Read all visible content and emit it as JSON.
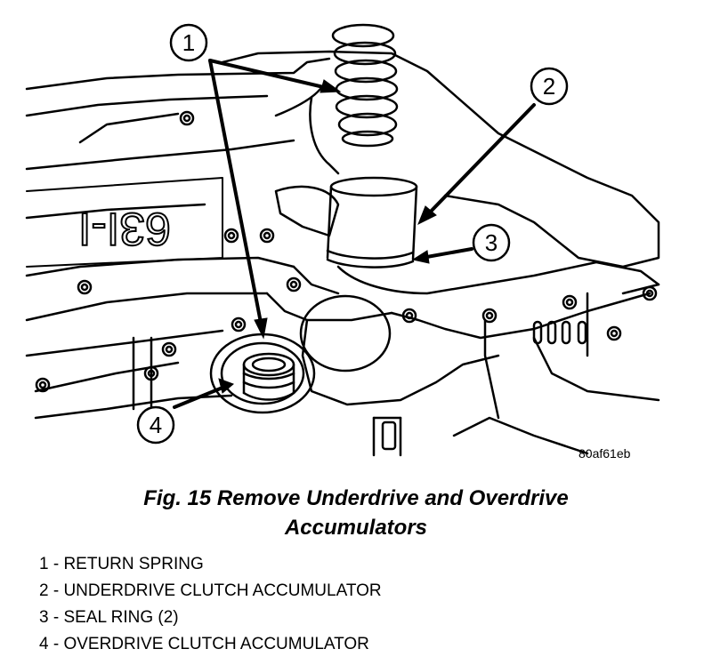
{
  "figure": {
    "callouts": [
      "1",
      "2",
      "3",
      "4"
    ],
    "casting_mark": "63I-I",
    "image_code": "80af61eb"
  },
  "caption": {
    "line1": "Fig. 15 Remove Underdrive and Overdrive",
    "line2": "Accumulators"
  },
  "legend": [
    "1 - RETURN SPRING",
    "2 - UNDERDRIVE CLUTCH ACCUMULATOR",
    "3 - SEAL RING (2)",
    "4 - OVERDRIVE CLUTCH ACCUMULATOR"
  ]
}
